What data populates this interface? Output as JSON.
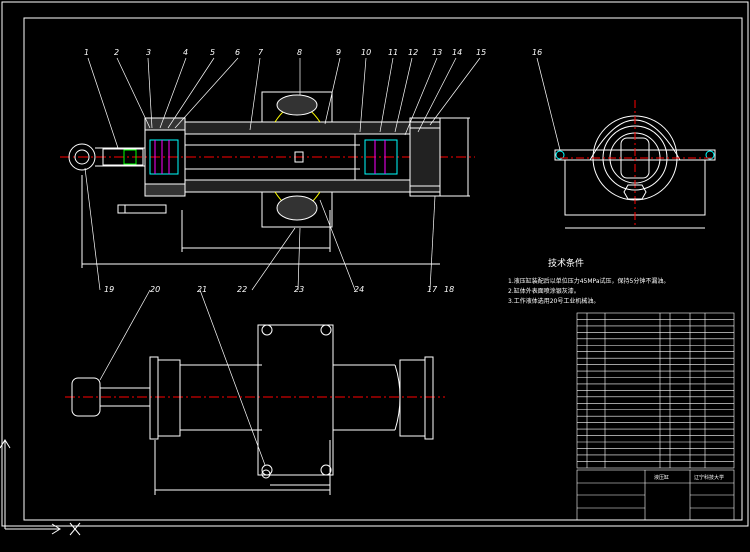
{
  "drawing": {
    "part_labels": [
      "1",
      "2",
      "3",
      "4",
      "5",
      "6",
      "7",
      "8",
      "9",
      "10",
      "11",
      "12",
      "13",
      "14",
      "15",
      "16",
      "19",
      "20",
      "21",
      "22",
      "23",
      "24",
      "17",
      "18"
    ],
    "tech_title": "技术条件",
    "tech_notes": [
      "1.液压缸装配后以单位压力45MPa试压，保持5分钟不漏油。",
      "2.缸体外表面喷涂银灰漆。",
      "3.工作液体选用20号工业机械油。"
    ],
    "title_block": {
      "drawing_name": "液压缸",
      "school": "辽宁科技大学"
    }
  },
  "colors": {
    "background": "#000000",
    "line": "#ffffff",
    "accent": "#ffff00",
    "cyan": "#00ffff",
    "magenta": "#ff00ff",
    "green": "#00ff00",
    "red": "#ff0000"
  }
}
